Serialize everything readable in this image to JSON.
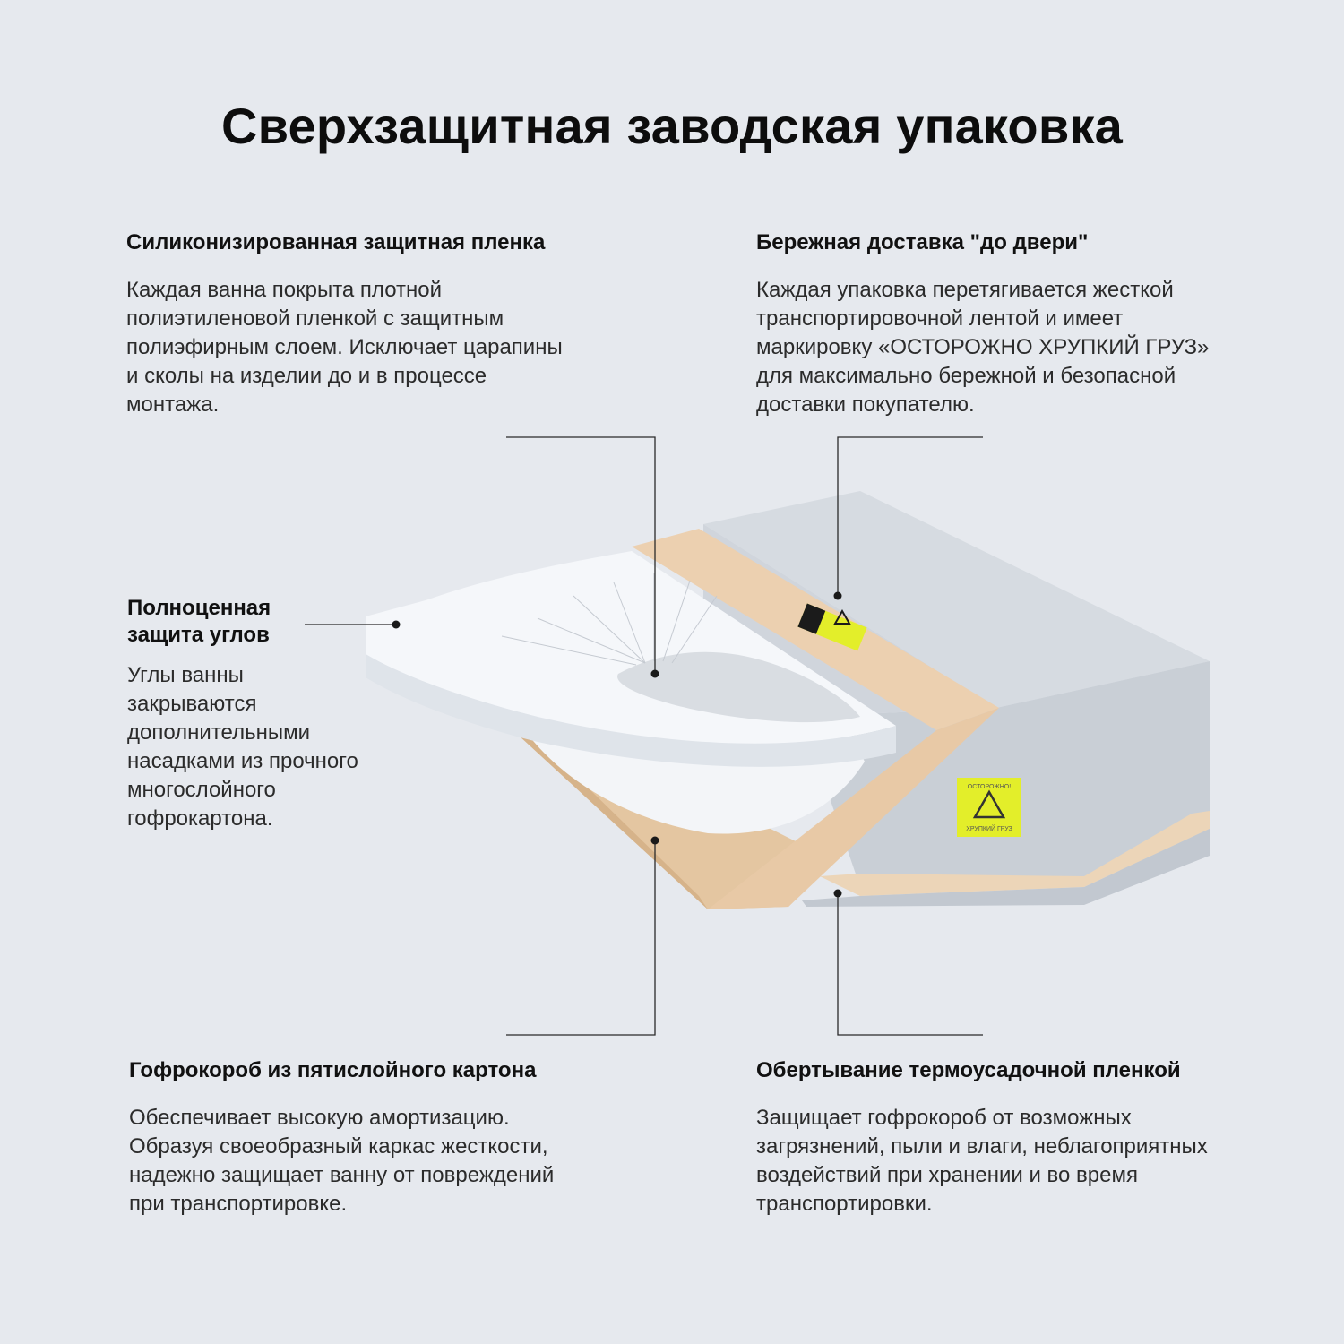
{
  "title": "Сверхзащитная заводская упаковка",
  "features": {
    "film": {
      "heading": "Силиконизированная защитная пленка",
      "text": "Каждая ванна покрыта плотной\nполиэтиленовой пленкой с защитным\nполиэфирным слоем. Исключает царапины\nи сколы на изделии до и в процессе\nмонтажа."
    },
    "delivery": {
      "heading": "Бережная доставка \"до двери\"",
      "text": "Каждая упаковка перетягивается жесткой\nтранспортировочной лентой и имеет\nмаркировку «ОСТОРОЖНО ХРУПКИЙ ГРУЗ»\nдля максимально бережной и безопасной\nдоставки покупателю."
    },
    "corners": {
      "heading": "Полноценная\nзащита углов",
      "text": "Углы ванны\nзакрываются\nдополнительными\nнасадками из прочного\nмногослойного\nгофрокартона."
    },
    "box": {
      "heading": "Гофрокороб из пятислойного картона",
      "text": "Обеспечивает высокую амортизацию.\nОбразуя своеобразный каркас жесткости,\nнадежно защищает ванну от повреждений\nпри транспортировке."
    },
    "shrink": {
      "heading": "Обертывание термоусадочной пленкой",
      "text": "Защищает гофрокороб от возможных\nзагрязнений, пыли и влаги, неблагоприятных\nвоздействий  при хранении и во время\nтранспортировки."
    }
  },
  "label": {
    "top": "ОСТОРОЖНО!",
    "bottom": "ХРУПКИЙ ГРУЗ"
  },
  "colors": {
    "background": "#e6e9ee",
    "cardboard": "#ecd0b0",
    "shrink_film": "#d4d9df",
    "warning_label": "#e3ee2a"
  }
}
